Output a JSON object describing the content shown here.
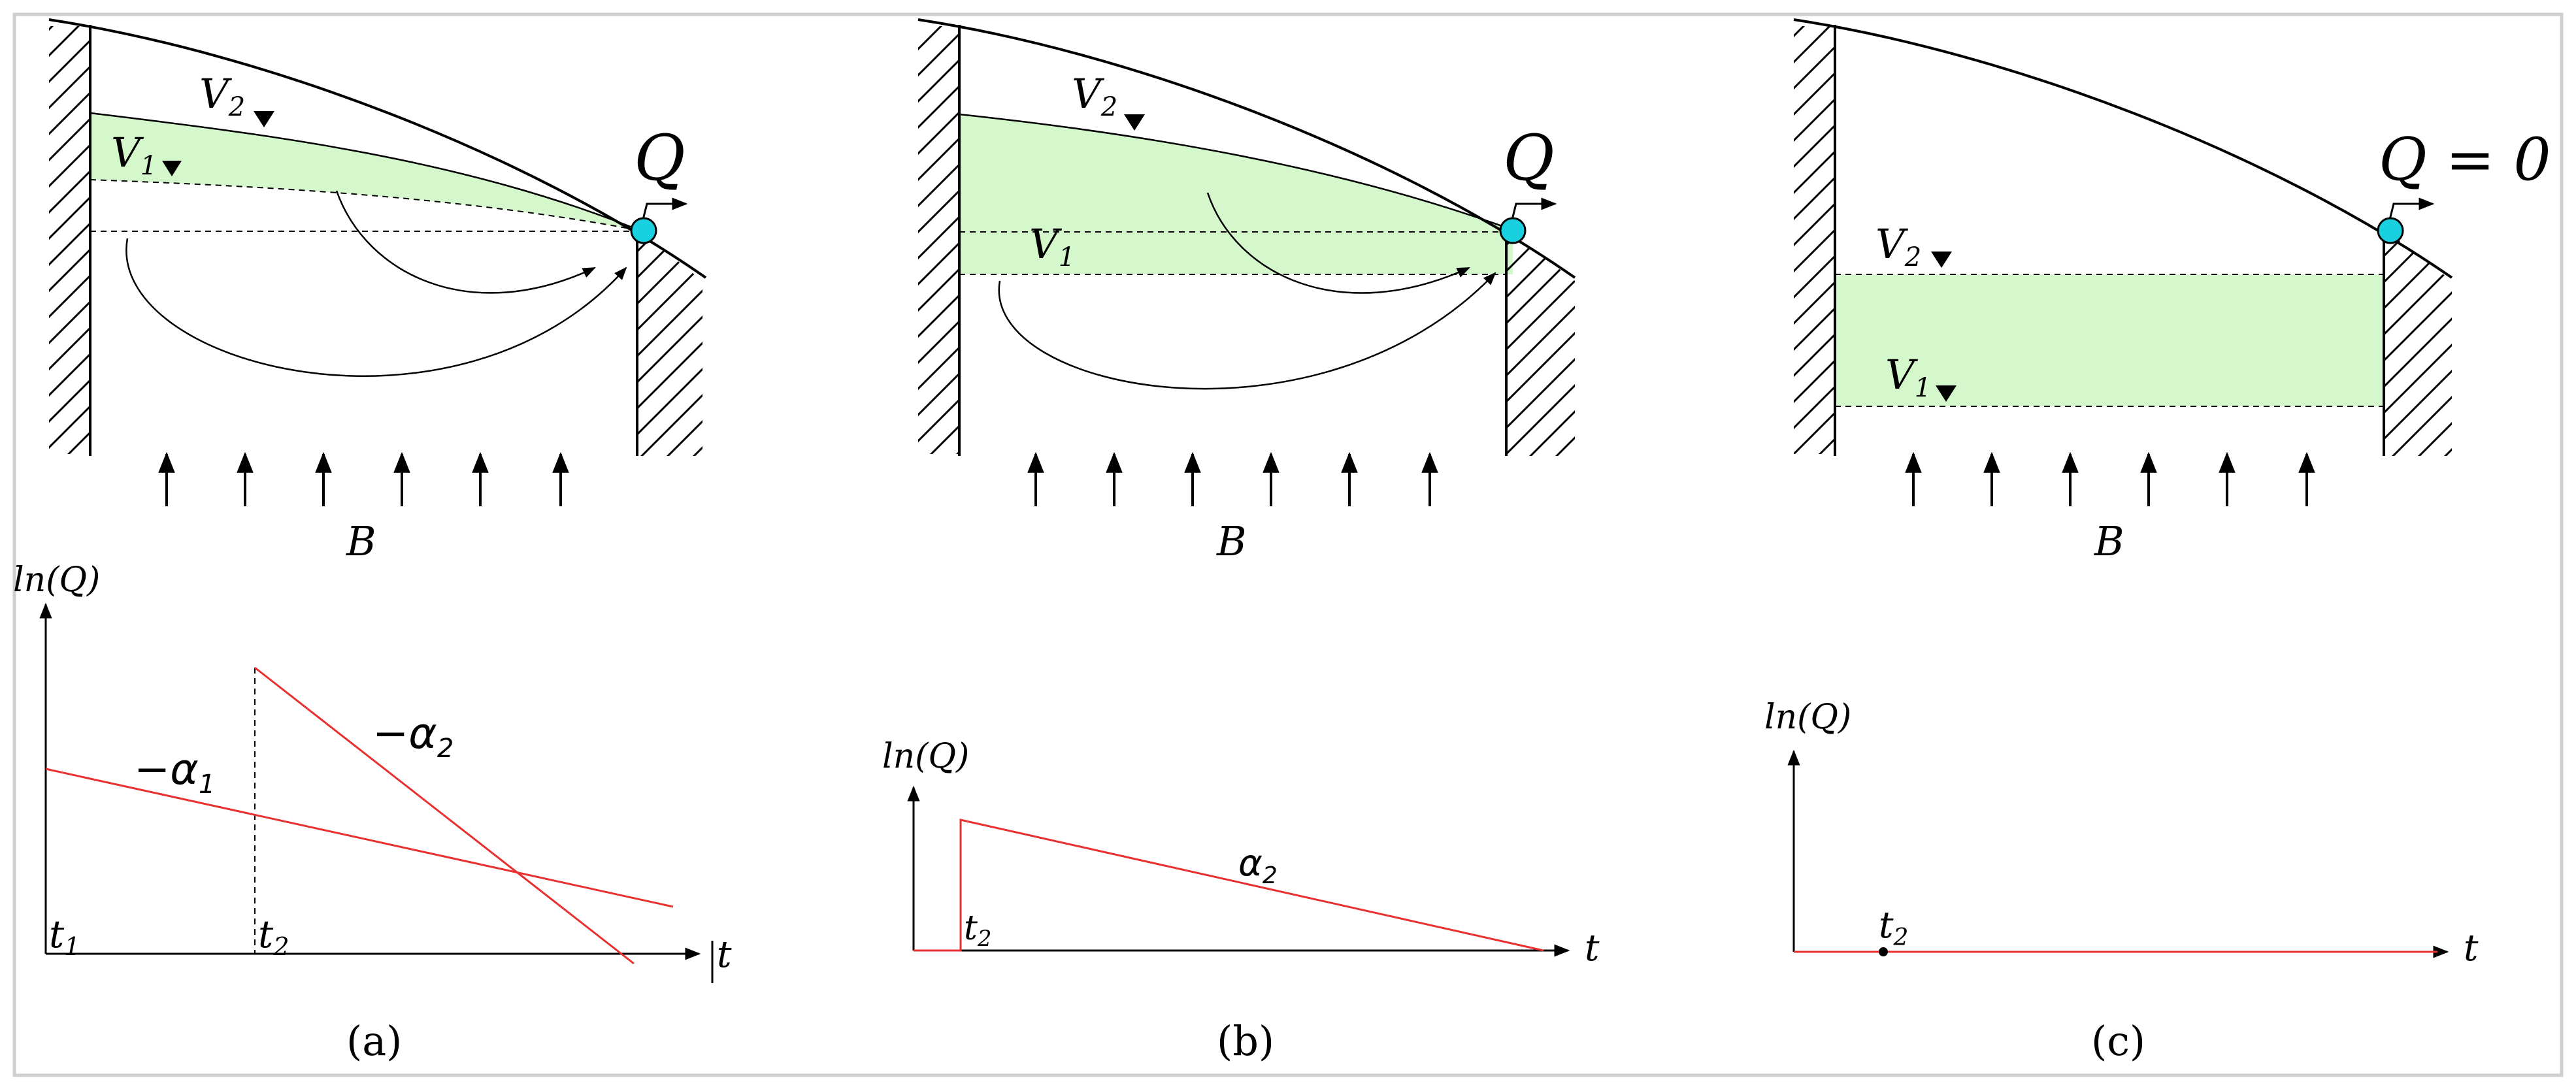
{
  "panels": [
    {
      "caption": "(a)",
      "top": {
        "volume_upper": "V",
        "volume_upper_sub": "2",
        "volume_lower": "V",
        "volume_lower_sub": "1",
        "outlet": "Q",
        "base": "B"
      },
      "plot": {
        "ylabel": "ln(Q)",
        "xlabel": "t",
        "tick1": "t",
        "tick1_sub": "1",
        "tick2": "t",
        "tick2_sub": "2",
        "slope1": "−α",
        "slope1_sub": "1",
        "slope2": "−α",
        "slope2_sub": "2"
      }
    },
    {
      "caption": "(b)",
      "top": {
        "volume_upper": "V",
        "volume_upper_sub": "2",
        "volume_lower": "V",
        "volume_lower_sub": "1",
        "outlet": "Q",
        "base": "B"
      },
      "plot": {
        "ylabel": "ln(Q)",
        "xlabel": "t",
        "tick": "t",
        "tick_sub": "2",
        "slope": "α",
        "slope_sub": "2"
      }
    },
    {
      "caption": "(c)",
      "top": {
        "volume_upper": "V",
        "volume_upper_sub": "2",
        "volume_lower": "V",
        "volume_lower_sub": "1",
        "outlet": "Q = 0",
        "base": "B"
      },
      "plot": {
        "ylabel": "ln(Q)",
        "xlabel": "t",
        "tick": "t",
        "tick_sub": "2"
      }
    }
  ],
  "colors": {
    "water": "#d4f7cc",
    "outlet_node": "#19d0e0",
    "plot_line": "#e83030",
    "frame": "#cfcfcf"
  }
}
